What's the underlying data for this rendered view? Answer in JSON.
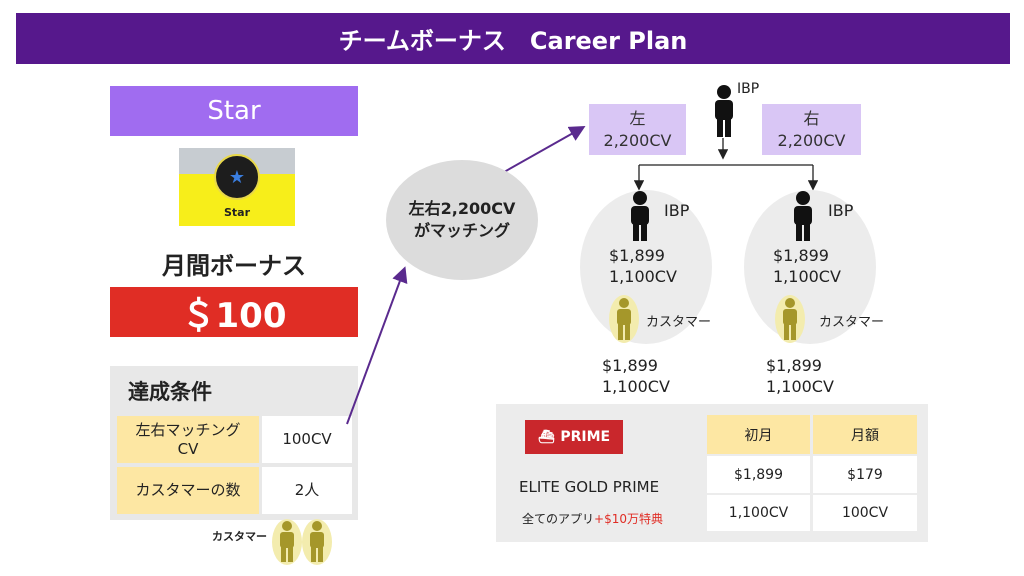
{
  "header": {
    "title": "チームボーナス　Career Plan"
  },
  "rank": {
    "name": "Star",
    "badge_label": "Star",
    "badge_icon": "star-icon"
  },
  "bonus": {
    "label": "月間ボーナス",
    "amount": "＄100"
  },
  "conditions": {
    "title": "達成条件",
    "rows": [
      {
        "label": "左右マッチング\nCV",
        "value": "100CV"
      },
      {
        "label": "カスタマーの数",
        "value": "2人"
      }
    ],
    "customer_label": "カスタマー"
  },
  "tree": {
    "match_text_line1": "左右2,200CV",
    "match_text_line2": "がマッチング",
    "top_ibp": "IBP",
    "left_box": {
      "side": "左",
      "cv": "2,200CV"
    },
    "right_box": {
      "side": "右",
      "cv": "2,200CV"
    },
    "left": {
      "ibp": "IBP",
      "price": "$1,899",
      "cv": "1,100CV",
      "customer": "カスタマー",
      "cust_price": "$1,899",
      "cust_cv": "1,100CV"
    },
    "right": {
      "ibp": "IBP",
      "price": "$1,899",
      "cv": "1,100CV",
      "customer": "カスタマー",
      "cust_price": "$1,899",
      "cust_cv": "1,100CV"
    }
  },
  "prime": {
    "logo_text": "PRIME",
    "product": "ELITE GOLD PRIME",
    "apps_text": "全てのアプリ",
    "apps_bonus": "+$10万特典",
    "table": {
      "headers": [
        "初月",
        "月額"
      ],
      "rows": [
        [
          "$1,899",
          "$179"
        ],
        [
          "1,100CV",
          "100CV"
        ]
      ]
    }
  },
  "colors": {
    "title_bar": "#56188c",
    "rank_box": "#a06cf0",
    "amount_box": "#e02d25",
    "side_box": "#d9c6f5",
    "label_cell": "#fde7a3",
    "person_dark": "#111111",
    "person_customer": "#a5972a"
  }
}
